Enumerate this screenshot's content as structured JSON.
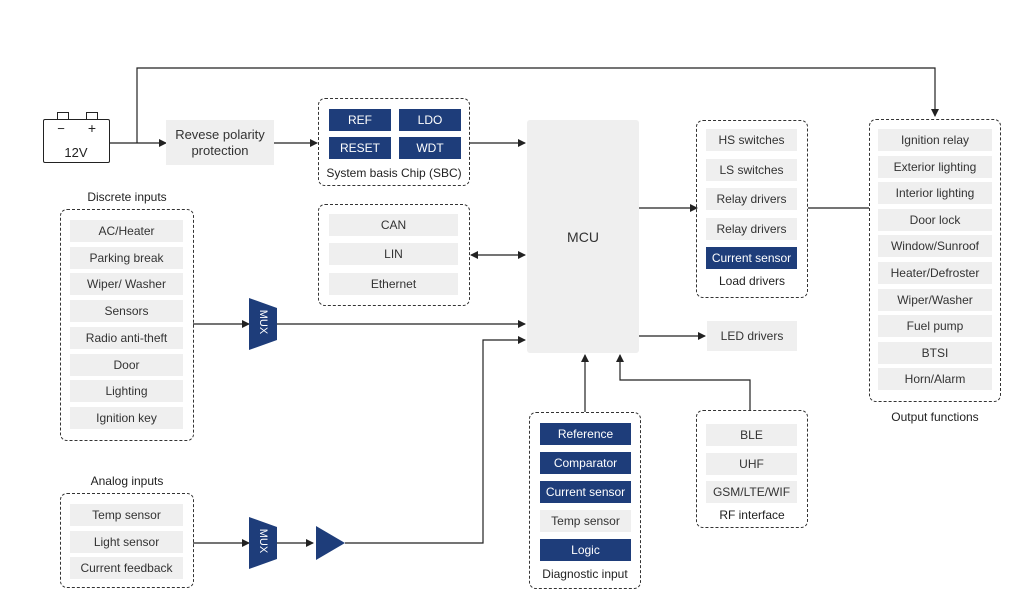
{
  "battery": {
    "voltage": "12V",
    "minus": "−",
    "plus": "+"
  },
  "reverse_protection": {
    "label": "Revese polarity\nprotection"
  },
  "sbc": {
    "caption": "System basis Chip (SBC)",
    "items": [
      "REF",
      "LDO",
      "RESET",
      "WDT"
    ]
  },
  "comm": {
    "items": [
      "CAN",
      "LIN",
      "Ethernet"
    ]
  },
  "mcu": {
    "label": "MCU"
  },
  "discrete_inputs": {
    "caption": "Discrete inputs",
    "items": [
      "AC/Heater",
      "Parking break",
      "Wiper/ Washer",
      "Sensors",
      "Radio anti-theft",
      "Door",
      "Lighting",
      "Ignition key"
    ]
  },
  "analog_inputs": {
    "caption": "Analog inputs",
    "items": [
      "Temp sensor",
      "Light sensor",
      "Current feedback"
    ]
  },
  "mux": {
    "label": "MUX"
  },
  "load_drivers": {
    "caption": "Load drivers",
    "items": [
      "HS switches",
      "LS switches",
      "Relay drivers",
      "Relay drivers",
      "Current sensor"
    ]
  },
  "led_drivers": {
    "label": "LED drivers"
  },
  "output_functions": {
    "caption": "Output functions",
    "items": [
      "Ignition relay",
      "Exterior lighting",
      "Interior lighting",
      "Door lock",
      "Window/Sunroof",
      "Heater/Defroster",
      "Wiper/Washer",
      "Fuel pump",
      "BTSI",
      "Horn/Alarm"
    ]
  },
  "diagnostic_input": {
    "caption": "Diagnostic input",
    "items": [
      "Reference",
      "Comparator",
      "Current sensor",
      "Temp sensor",
      "Logic"
    ]
  },
  "rf_interface": {
    "caption": "RF interface",
    "items": [
      "BLE",
      "UHF",
      "GSM/LTE/WIF"
    ]
  },
  "colors": {
    "dark_blue": "#1e3d7a",
    "light_box": "#efefef",
    "line": "#222222"
  }
}
